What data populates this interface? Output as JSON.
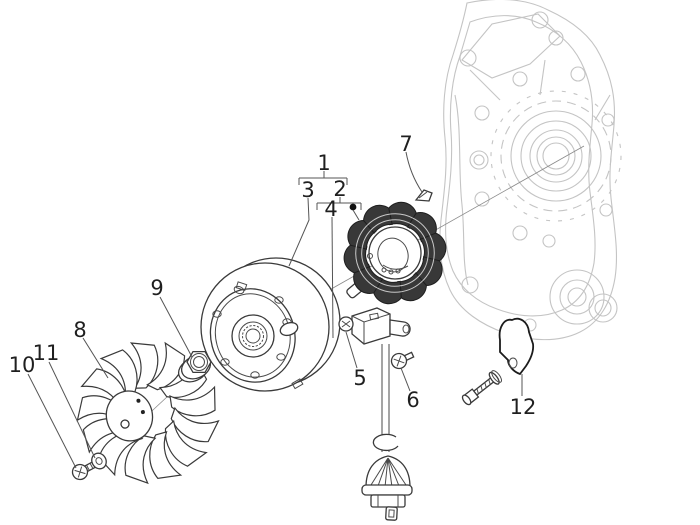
{
  "figure": {
    "background": "#ffffff",
    "outline_color": "#3a3a3a",
    "case_line_color": "#c4c4c4",
    "coil_fill_color": "#383838",
    "label_color": "#1f1f1f"
  },
  "callouts": [
    {
      "label": "1"
    },
    {
      "label": "2"
    },
    {
      "label": "3"
    },
    {
      "label": "4"
    },
    {
      "label": "5"
    },
    {
      "label": "6"
    },
    {
      "label": "7"
    },
    {
      "label": "8"
    },
    {
      "label": "9"
    },
    {
      "label": "10"
    },
    {
      "label": "11"
    },
    {
      "label": "12"
    }
  ]
}
